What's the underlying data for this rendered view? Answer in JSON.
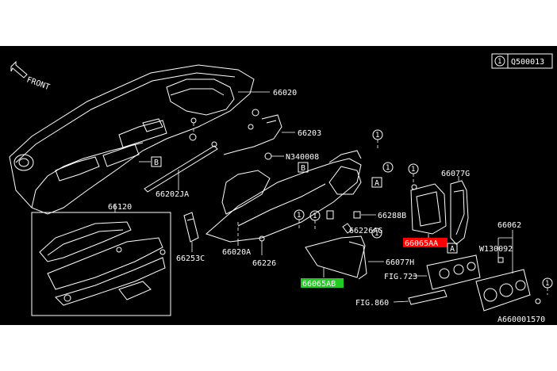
{
  "figure": {
    "front_label": "FRONT",
    "ref_circle": "1",
    "ref_code": "Q500013",
    "drawing_id": "A660001570"
  },
  "parts": {
    "p66020": "66020",
    "p66203": "66203",
    "n340008": "N340008",
    "p66202ja": "66202JA",
    "p66120": "66120",
    "p66253c": "66253C",
    "p66020a": "66020A",
    "p66226": "66226",
    "p66226ag": "66226AG",
    "p66288b": "66288B",
    "p66077g": "66077G",
    "p66065aa": "66065AA",
    "p66077h": "66077H",
    "p66065ab": "66065AB",
    "p66062": "66062",
    "w130092": "W130092",
    "fig723": "FIG.723",
    "fig860": "FIG.860"
  },
  "callouts": {
    "box_a": "A",
    "box_b": "B",
    "circle_1": "1"
  },
  "highlights": {
    "red": "#ff2020",
    "green": "#1fcc1f"
  }
}
